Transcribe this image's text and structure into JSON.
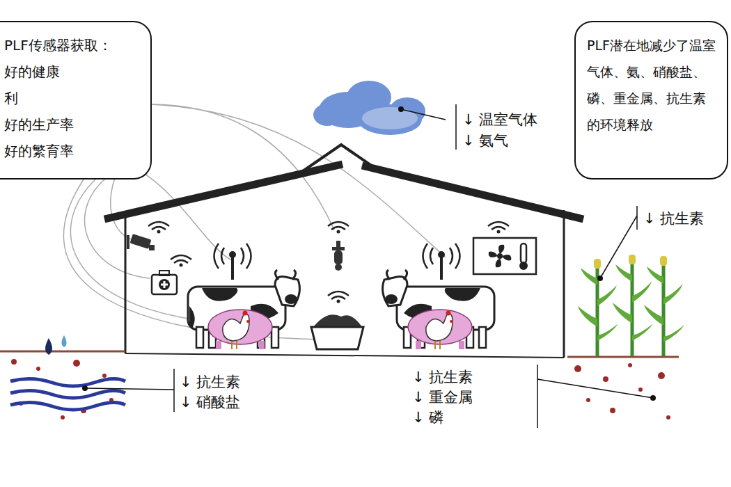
{
  "diagram": {
    "nodes": [
      {
        "text": [
          "PLF传感器获取：",
          "好的健康",
          "利",
          "好的生产率",
          "好的繁育率"
        ]
      },
      {
        "text": [
          "PLF潜在地减少了温室气体、氨、硝酸盐、磷、重金属、抗生素的环境释放"
        ]
      }
    ],
    "labels": [
      "↓ 温室气体",
      "↓ 氨气",
      "↓ 抗生素",
      "↓ 抗生素",
      "↓ 硝酸盐",
      "↓ 抗生素",
      "↓ 重金属",
      "↓ 磷"
    ]
  }
}
